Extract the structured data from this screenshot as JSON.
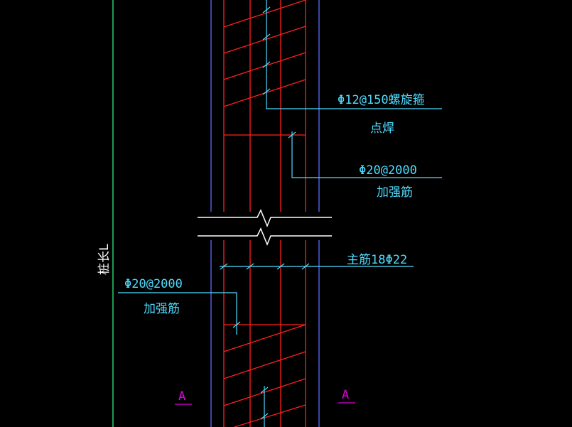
{
  "colors": {
    "background": "#000000",
    "red": "#ff2020",
    "blue": "#5a6cff",
    "cyan": "#4fdcff",
    "white": "#ffffff",
    "green": "#22d36a",
    "magenta": "#e000e0"
  },
  "labels": {
    "spiral_stirrup": "Φ12@150螺旋箍",
    "spot_weld": "点焊",
    "strengthen_top_spec": "Φ20@2000",
    "strengthen_top_name": "加强筋",
    "main_rebar": "主筋18Φ22",
    "strengthen_left_spec": "Φ20@2000",
    "strengthen_left_name": "加强筋",
    "pile_length": "桩长L",
    "section_left": "A",
    "section_right": "A"
  }
}
